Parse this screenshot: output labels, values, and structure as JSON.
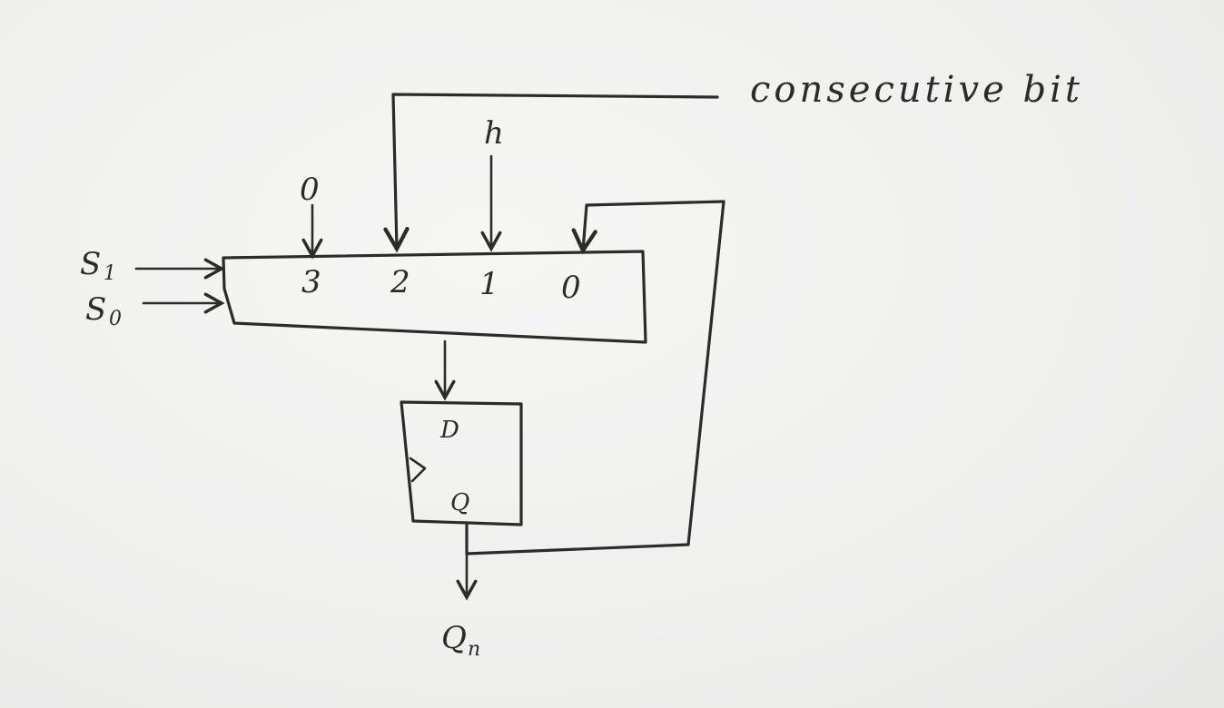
{
  "annotation": "consecutive bit",
  "mux": {
    "select_lines": [
      {
        "letter": "S",
        "subscript": "1"
      },
      {
        "letter": "S",
        "subscript": "0"
      }
    ],
    "input_numbers": [
      "3",
      "2",
      "1",
      "0"
    ],
    "input_sources": {
      "in3": "0",
      "in1": "h"
    }
  },
  "flipflop": {
    "input_label": "D",
    "output_label": "Q"
  },
  "output": {
    "letter": "Q",
    "subscript": "n"
  }
}
